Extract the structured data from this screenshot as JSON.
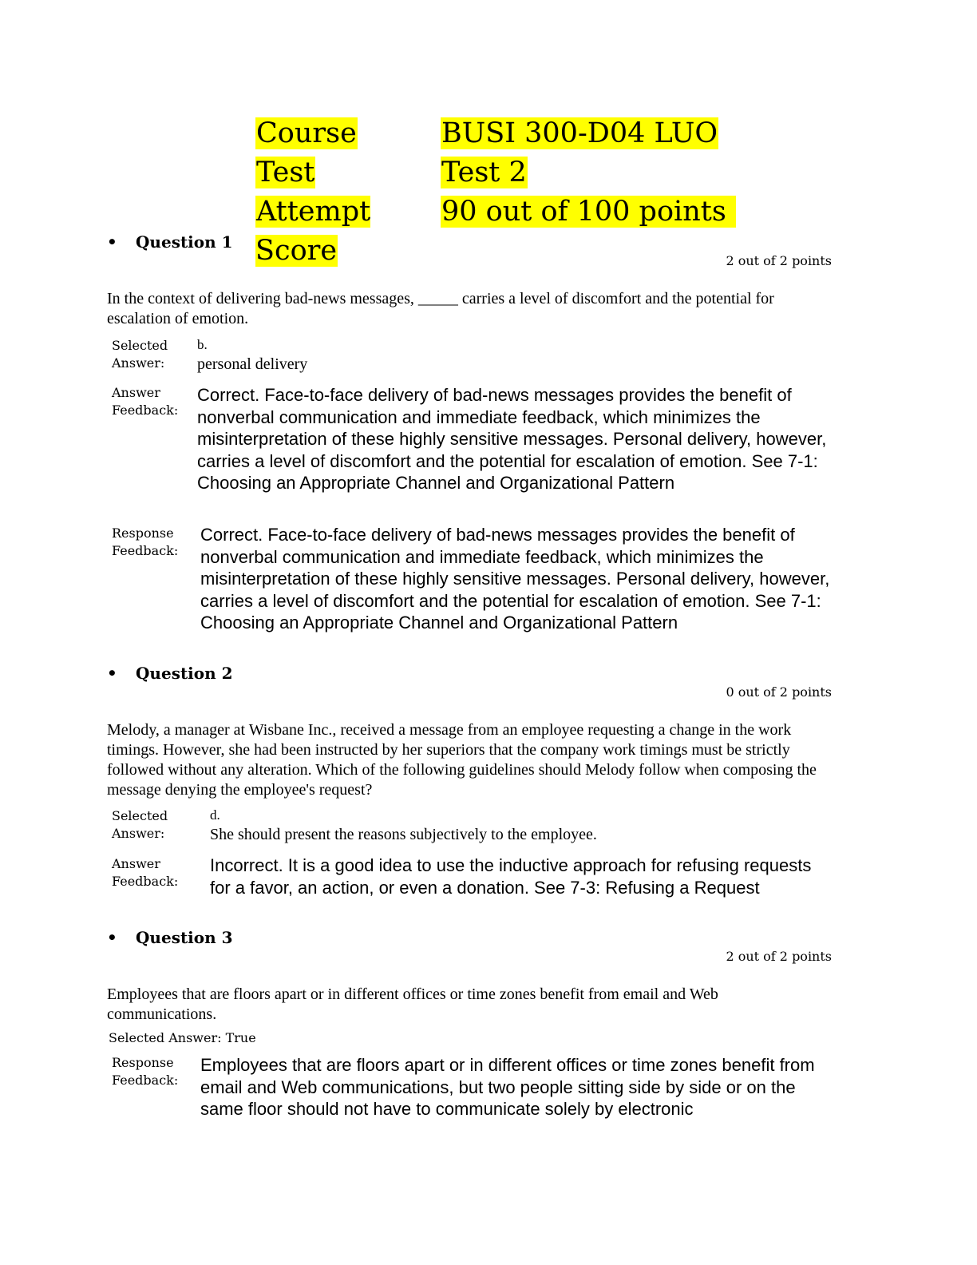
{
  "summary": {
    "course_label": "Course",
    "course_value": "BUSI 300-D04 LUO",
    "test_label": "Test",
    "test_value": "Test 2",
    "score_label": "Attempt Score",
    "score_value": "90 out of 100 points"
  },
  "bullet": "•",
  "questions": [
    {
      "title": "Question 1",
      "points": "2 out of 2 points",
      "text": "In the context of delivering bad-news messages, _____ carries a level of discomfort and the potential for escalation of emotion.",
      "selected_label_1": "Selected",
      "selected_label_2": "Answer:",
      "selected_letter": "b.",
      "selected_answer": "personal delivery",
      "answer_feedback_label_1": "Answer",
      "answer_feedback_label_2": "Feedback:",
      "answer_feedback": "Correct. Face-to-face delivery of bad-news messages provides the benefit of nonverbal communication and immediate feedback, which minimizes the misinterpretation of these highly sensitive messages. Personal delivery, however, carries a level of discomfort and the potential for escalation of emotion. See 7-1: Choosing an Appropriate Channel and Organizational Pattern",
      "response_feedback_label_1": "Response",
      "response_feedback_label_2": "Feedback:",
      "response_feedback": "Correct. Face-to-face delivery of bad-news messages provides the benefit of nonverbal communication and immediate feedback, which minimizes the misinterpretation of these highly sensitive messages. Personal delivery, however, carries a level of discomfort and the potential for escalation of emotion. See 7-1: Choosing an Appropriate Channel and Organizational Pattern"
    },
    {
      "title": "Question 2",
      "points": "0 out of 2 points",
      "text": "Melody, a manager at Wisbane Inc., received a message from an employee requesting a change in the work timings. However, she had been instructed by her superiors that the company work timings must be strictly followed without any alteration. Which of the following guidelines should Melody follow when composing the message denying the employee's request?",
      "selected_label_1": "Selected",
      "selected_label_2": "Answer:",
      "selected_letter": "d.",
      "selected_answer": "She should present the reasons subjectively to the employee.",
      "answer_feedback_label_1": "Answer",
      "answer_feedback_label_2": "Feedback:",
      "answer_feedback": "Incorrect. It is a good idea to use the inductive approach for refusing requests for a favor, an action, or even a donation. See 7-3: Refusing a Request"
    },
    {
      "title": "Question 3",
      "points": "2 out of 2 points",
      "text": "Employees that are floors apart or in different offices or time zones benefit from email and Web communications.",
      "selected_inline": "Selected Answer: True",
      "response_feedback_label_1": "Response",
      "response_feedback_label_2": "Feedback:",
      "response_feedback": "Employees that are floors apart or in different offices or time zones benefit from email and Web communications, but two people sitting side by side or on the same floor should not have to communicate solely by electronic"
    }
  ]
}
